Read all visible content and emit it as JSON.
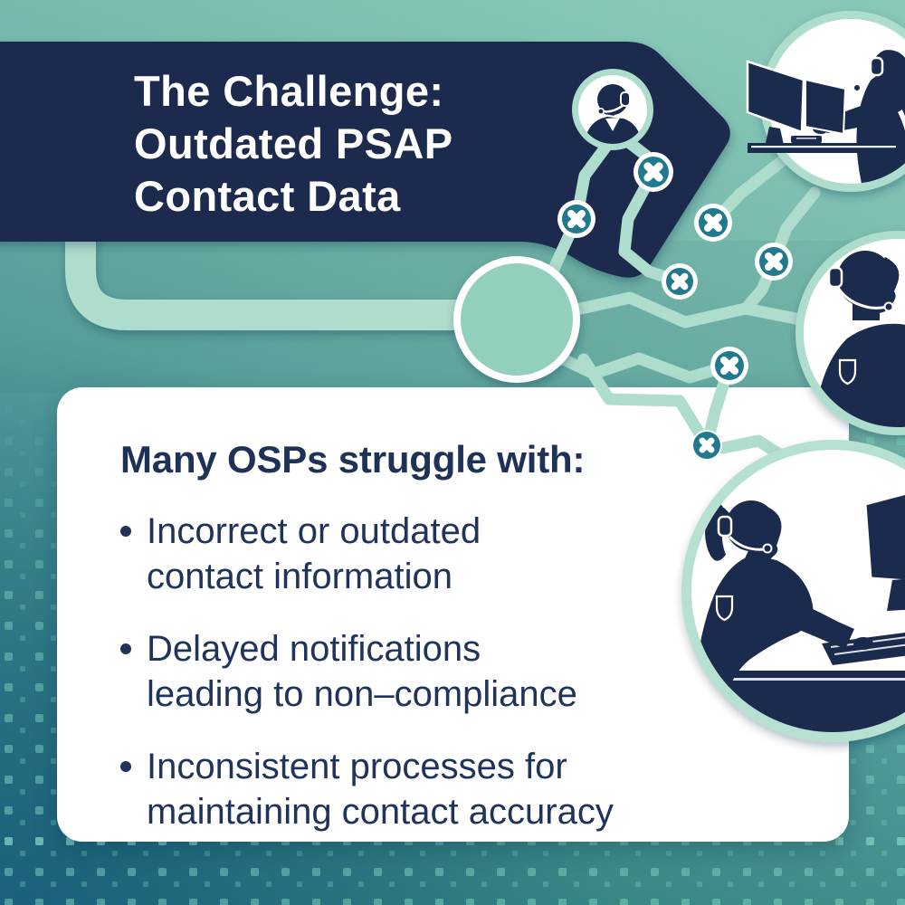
{
  "banner": {
    "title_lines": [
      "The Challenge:",
      "Outdated PSAP",
      "Contact Data"
    ]
  },
  "card": {
    "heading": "Many OSPs struggle with:",
    "bullets": [
      {
        "lines": [
          "Incorrect or outdated",
          "contact information"
        ]
      },
      {
        "lines": [
          "Delayed notifications",
          "leading to non–compliance"
        ]
      },
      {
        "lines": [
          "Inconsistent processes for",
          "maintaining contact accuracy"
        ]
      }
    ]
  },
  "icons": {
    "error_node": "x-circle",
    "banner_avatar": "dispatcher-headset-avatar"
  },
  "illustrations": {
    "top_right": "dispatcher-at-dual-monitors",
    "middle_right": "dispatcher-profile-with-headset",
    "bottom_right": "dispatcher-typing-at-monitors"
  },
  "colors": {
    "banner_navy": "#1b2b4d",
    "text_navy": "#20335b",
    "error_teal": "#20798c",
    "line_teal": "#aedccd",
    "node_circle_fill": "#93cfbd",
    "card_bg": "#ffffff",
    "bg_top": "#8fd1be",
    "bg_bottom_left": "#21708a",
    "bg_bottom_right": "#2b7f7b"
  }
}
